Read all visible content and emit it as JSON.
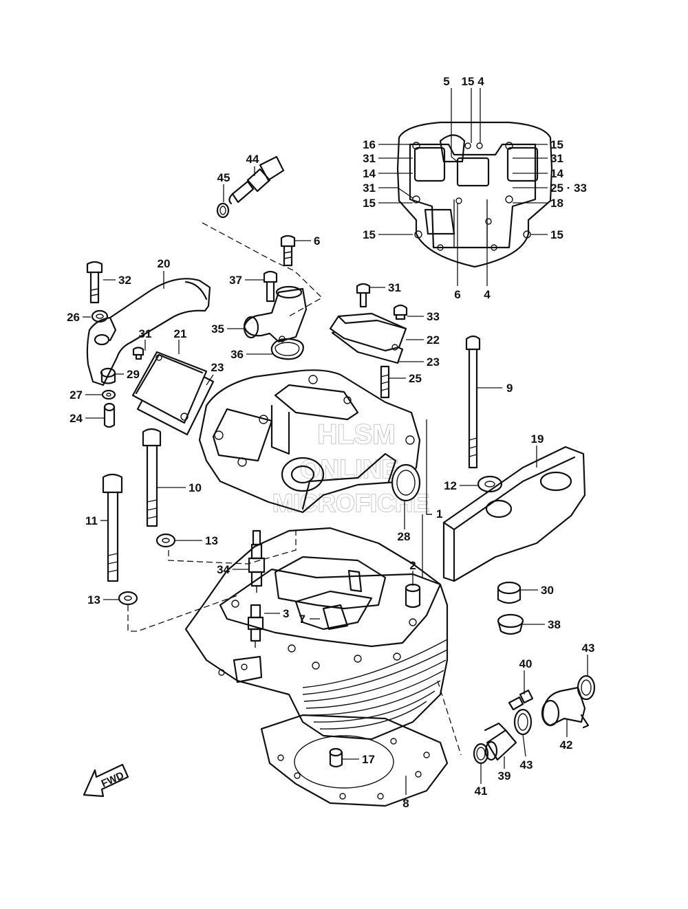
{
  "watermark": {
    "line1": "HLSM",
    "line2": "ONLINE",
    "line3": "MICROFICHE"
  },
  "direction_badge": "FWD",
  "callouts": {
    "c1": "1",
    "c2": "2",
    "c3": "3",
    "c4a": "4",
    "c4b": "4",
    "c5": "5",
    "c6a": "6",
    "c6b": "6",
    "c7": "7",
    "c8": "8",
    "c9": "9",
    "c10": "10",
    "c11": "11",
    "c12": "12",
    "c13a": "13",
    "c13b": "13",
    "c14a": "14",
    "c14b": "14",
    "c15a": "15",
    "c15b": "15",
    "c15c": "15",
    "c15d": "15",
    "c15e": "15",
    "c16": "16",
    "c17": "17",
    "c18": "18",
    "c19": "19",
    "c20": "20",
    "c21": "21",
    "c22": "22",
    "c23a": "23",
    "c23b": "23",
    "c24": "24",
    "c25a": "25",
    "c25b": "25 · 33",
    "c26": "26",
    "c27": "27",
    "c28": "28",
    "c29": "29",
    "c30": "30",
    "c31a": "31",
    "c31b": "31",
    "c31c": "31",
    "c31d": "31",
    "c31e": "31",
    "c32": "32",
    "c33": "33",
    "c34": "34",
    "c35": "35",
    "c36": "36",
    "c37": "37",
    "c38": "38",
    "c39": "39",
    "c40": "40",
    "c41": "41",
    "c42": "42",
    "c43a": "43",
    "c43b": "43",
    "c44": "44",
    "c45": "45"
  }
}
